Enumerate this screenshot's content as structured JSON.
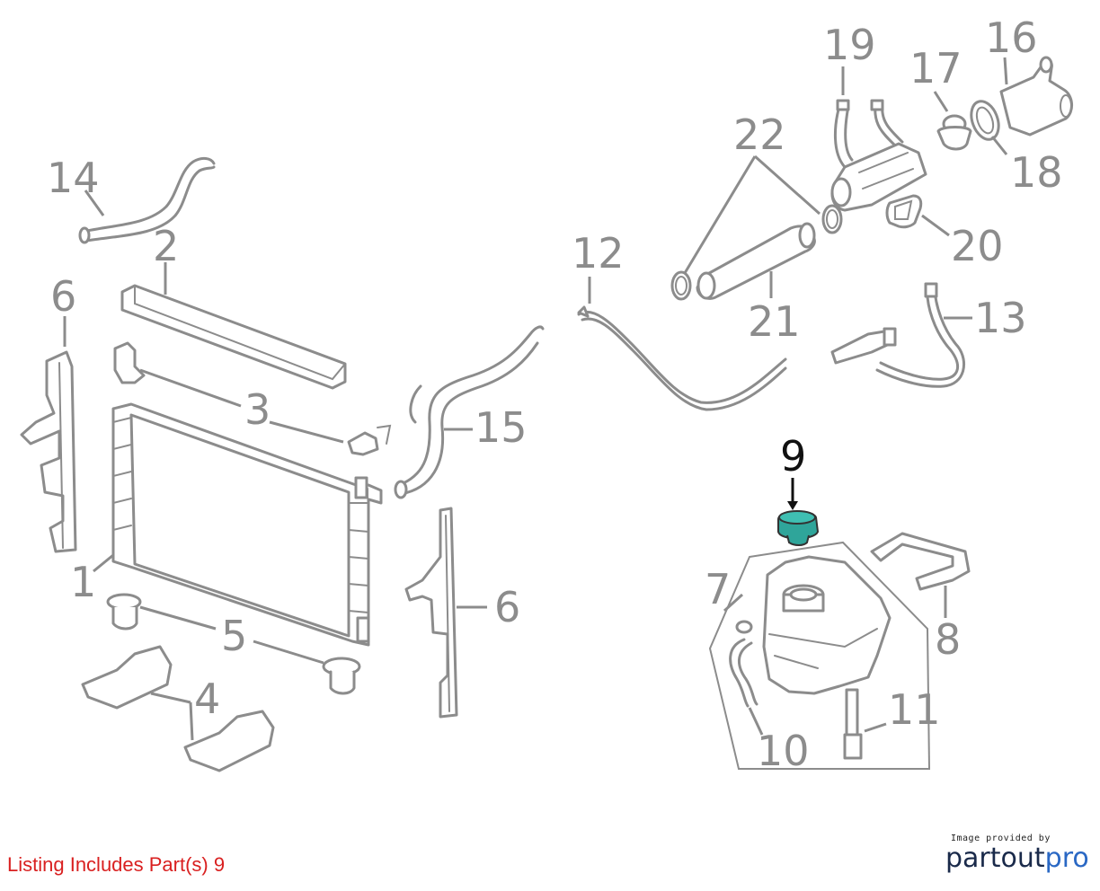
{
  "diagram": {
    "callouts": [
      {
        "id": "1",
        "label": "1"
      },
      {
        "id": "2",
        "label": "2"
      },
      {
        "id": "3",
        "label": "3"
      },
      {
        "id": "4",
        "label": "4"
      },
      {
        "id": "5",
        "label": "5"
      },
      {
        "id": "6a",
        "label": "6"
      },
      {
        "id": "6b",
        "label": "6"
      },
      {
        "id": "7",
        "label": "7"
      },
      {
        "id": "8",
        "label": "8"
      },
      {
        "id": "9",
        "label": "9",
        "highlighted": true
      },
      {
        "id": "10",
        "label": "10"
      },
      {
        "id": "11",
        "label": "11"
      },
      {
        "id": "12",
        "label": "12"
      },
      {
        "id": "13",
        "label": "13"
      },
      {
        "id": "14",
        "label": "14"
      },
      {
        "id": "15",
        "label": "15"
      },
      {
        "id": "16",
        "label": "16"
      },
      {
        "id": "17",
        "label": "17"
      },
      {
        "id": "18",
        "label": "18"
      },
      {
        "id": "19",
        "label": "19"
      },
      {
        "id": "20",
        "label": "20"
      },
      {
        "id": "21",
        "label": "21"
      },
      {
        "id": "22",
        "label": "22"
      }
    ],
    "highlight_color": "#2fa59a",
    "line_color": "#8c8c8c"
  },
  "footer": {
    "listing_text": "Listing Includes Part(s) 9",
    "listing_color": "#d92020",
    "brand_small": "Image provided by",
    "brand_name_part1": "partout",
    "brand_name_part2": "pro"
  }
}
